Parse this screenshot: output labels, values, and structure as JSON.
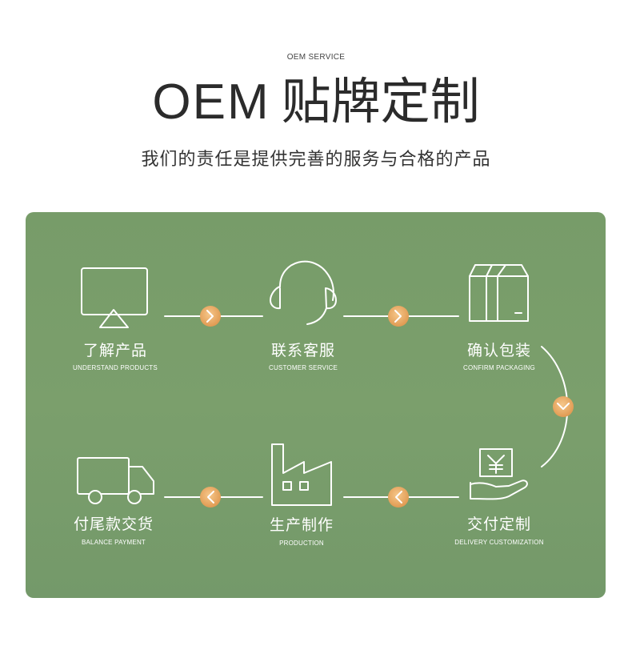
{
  "header": {
    "eyebrow": "OEM SERVICE",
    "title_en": "OEM",
    "title_cn": "贴牌定制",
    "subtitle": "我们的责任是提供完善的服务与合格的产品"
  },
  "colors": {
    "panel_green": "#789d6a",
    "node_orange": "#e8a25a",
    "line_white": "#ffffff"
  },
  "steps": [
    {
      "label": "了解产品",
      "sub": "UNDERSTAND PRODUCTS",
      "icon": "display-icon"
    },
    {
      "label": "联系客服",
      "sub": "CUSTOMER SERVICE",
      "icon": "headset-icon"
    },
    {
      "label": "确认包装",
      "sub": "CONFIRM PACKAGING",
      "icon": "box-icon"
    },
    {
      "label": "交付定制",
      "sub": "DELIVERY CUSTOMIZATION",
      "icon": "payment-icon"
    },
    {
      "label": "生产制作",
      "sub": "PRODUCTION",
      "icon": "factory-icon"
    },
    {
      "label": "付尾款交货",
      "sub": "BALANCE PAYMENT",
      "icon": "truck-icon"
    }
  ]
}
